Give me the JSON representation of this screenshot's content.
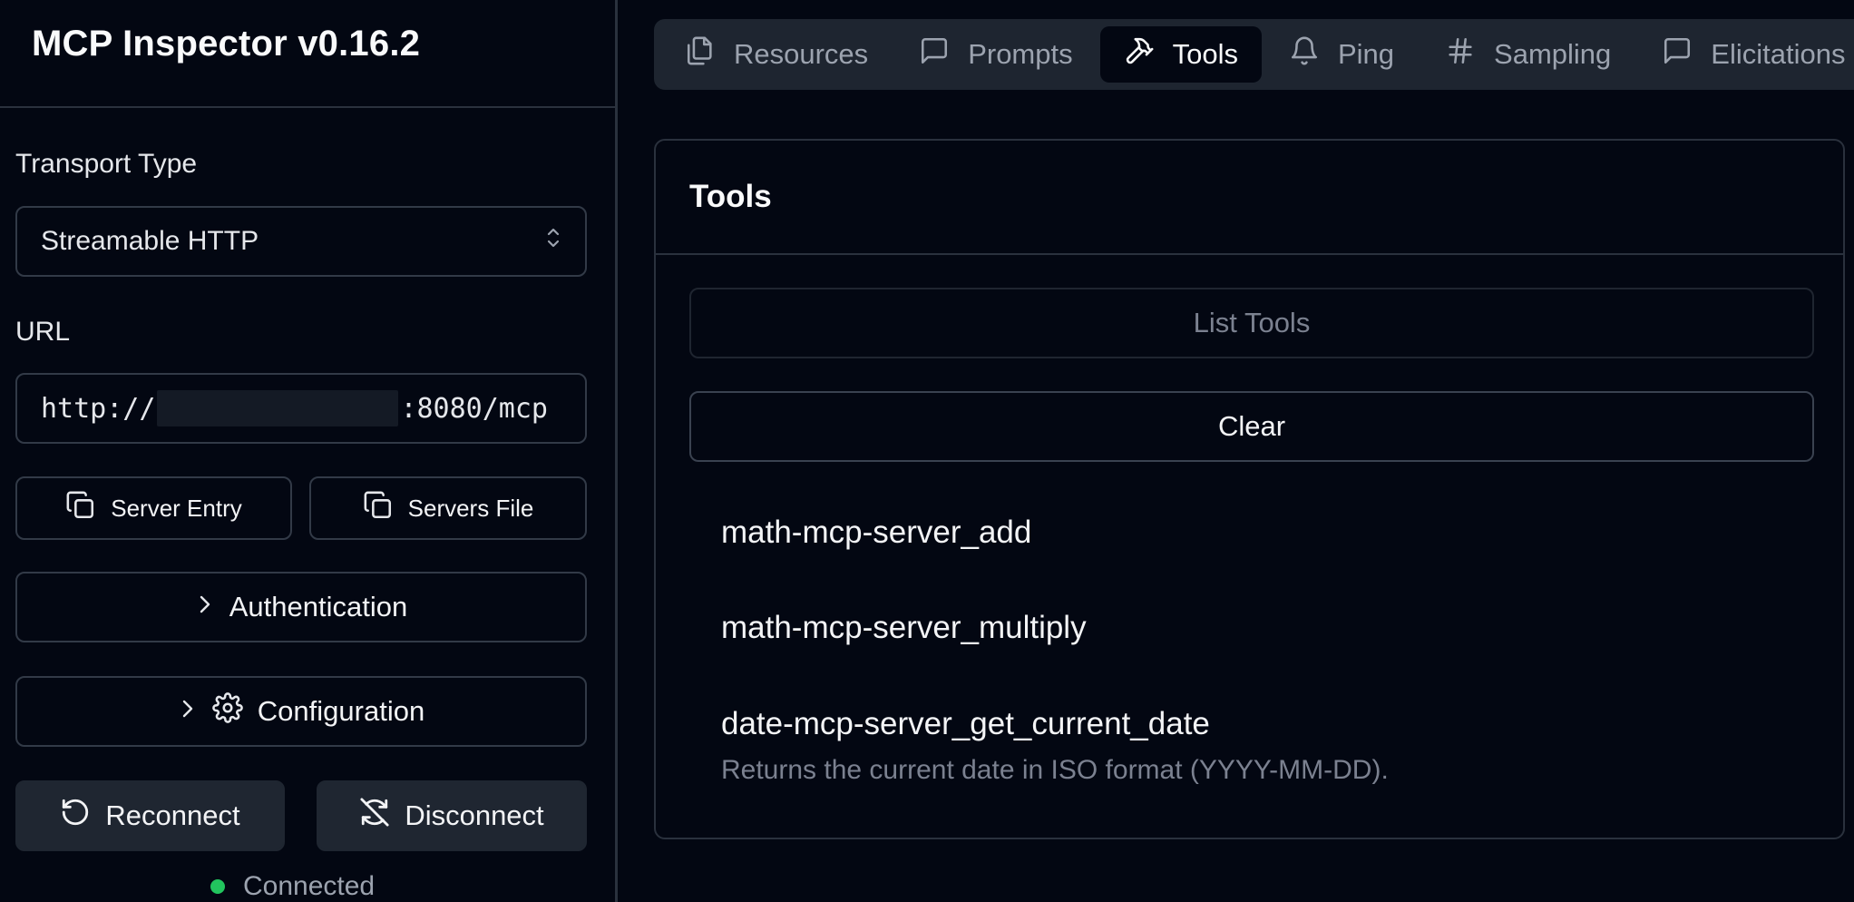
{
  "app": {
    "title": "MCP Inspector v0.16.2"
  },
  "sidebar": {
    "transport_label": "Transport Type",
    "transport_value": "Streamable HTTP",
    "url_label": "URL",
    "url_prefix": "http://",
    "url_suffix": ":8080/mcp",
    "server_entry_label": "Server Entry",
    "servers_file_label": "Servers File",
    "authentication_label": "Authentication",
    "configuration_label": "Configuration",
    "reconnect_label": "Reconnect",
    "disconnect_label": "Disconnect",
    "status_text": "Connected",
    "status_color": "#22c55e"
  },
  "tabs": [
    {
      "label": "Resources",
      "icon": "files-icon",
      "active": false
    },
    {
      "label": "Prompts",
      "icon": "message-square-icon",
      "active": false
    },
    {
      "label": "Tools",
      "icon": "hammer-icon",
      "active": true
    },
    {
      "label": "Ping",
      "icon": "bell-icon",
      "active": false
    },
    {
      "label": "Sampling",
      "icon": "hash-icon",
      "active": false
    },
    {
      "label": "Elicitations",
      "icon": "message-square-icon",
      "active": false
    }
  ],
  "tools_panel": {
    "title": "Tools",
    "list_button_label": "List Tools",
    "clear_button_label": "Clear",
    "items": [
      {
        "name": "math-mcp-server_add",
        "description": ""
      },
      {
        "name": "math-mcp-server_multiply",
        "description": ""
      },
      {
        "name": "date-mcp-server_get_current_date",
        "description": "Returns the current date in ISO format (YYYY-MM-DD)."
      }
    ]
  },
  "colors": {
    "background": "#030712",
    "border": "#2a313d",
    "tab_bar": "#1e2530",
    "muted_text": "#9ca3af"
  }
}
